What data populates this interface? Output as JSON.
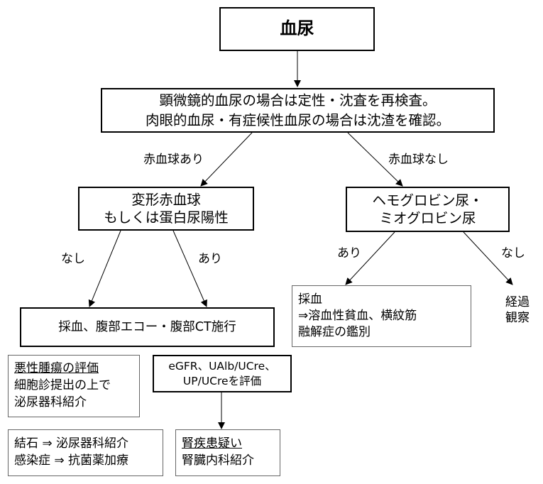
{
  "nodes": {
    "hematuria": "血尿",
    "recheck": {
      "line1": "顕微鏡的血尿の場合は定性・沈査を再検査。",
      "line2": "肉眼的血尿・有症候性血尿の場合は沈渣を確認。"
    },
    "dysmorphic": {
      "line1": "変形赤血球",
      "line2": "もしくは蛋白尿陽性"
    },
    "hemoglobinuria": {
      "line1": "ヘモグロビン尿・",
      "line2": "ミオグロビン尿"
    },
    "imaging": "採血、腹部エコー・腹部CT施行",
    "hemolysis": {
      "line1": "採血",
      "line2": "⇒溶血性貧血、横紋筋",
      "line3": "融解症の鑑別"
    },
    "observation": {
      "line1": "経過",
      "line2": "観察"
    },
    "malignancy": {
      "line1": "悪性腫瘍の評価",
      "line2": "細胞診提出の上で",
      "line3": "泌尿器科紹介"
    },
    "egfr": {
      "line1": "eGFR、UAlb/UCre、",
      "line2": "UP/UCreを評価"
    },
    "stone": {
      "line1": "結石 ⇒ 泌尿器科紹介",
      "line2": "感染症 ⇒ 抗菌薬加療"
    },
    "renal": {
      "line1": "腎疾患疑い",
      "line2": "腎臓内科紹介"
    }
  },
  "edge_labels": {
    "rbc_present": "赤血球あり",
    "rbc_absent": "赤血球なし",
    "dys_none": "なし",
    "dys_present": "あり",
    "hb_present": "あり",
    "hb_none": "なし"
  }
}
